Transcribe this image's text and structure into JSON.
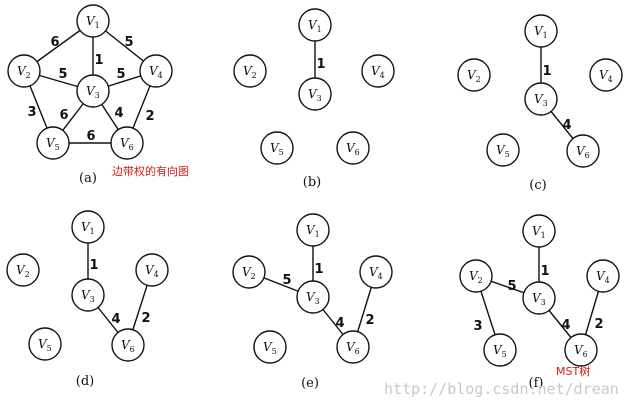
{
  "panels": [
    {
      "id": "a",
      "caption": "(a)",
      "annotation": "边带权的有向图",
      "nodes": [
        {
          "id": "V1",
          "letter": "V",
          "sub": "1"
        },
        {
          "id": "V2",
          "letter": "V",
          "sub": "2"
        },
        {
          "id": "V3",
          "letter": "V",
          "sub": "3"
        },
        {
          "id": "V4",
          "letter": "V",
          "sub": "4"
        },
        {
          "id": "V5",
          "letter": "V",
          "sub": "5"
        },
        {
          "id": "V6",
          "letter": "V",
          "sub": "6"
        }
      ],
      "edges": [
        {
          "from": "V1",
          "to": "V2",
          "weight": "6"
        },
        {
          "from": "V1",
          "to": "V3",
          "weight": "1"
        },
        {
          "from": "V1",
          "to": "V4",
          "weight": "5"
        },
        {
          "from": "V2",
          "to": "V3",
          "weight": "5"
        },
        {
          "from": "V3",
          "to": "V4",
          "weight": "5"
        },
        {
          "from": "V2",
          "to": "V5",
          "weight": "3"
        },
        {
          "from": "V3",
          "to": "V5",
          "weight": "6"
        },
        {
          "from": "V3",
          "to": "V6",
          "weight": "4"
        },
        {
          "from": "V4",
          "to": "V6",
          "weight": "2"
        },
        {
          "from": "V5",
          "to": "V6",
          "weight": "6"
        }
      ]
    },
    {
      "id": "b",
      "caption": "(b)",
      "nodes": [
        {
          "id": "V1",
          "letter": "V",
          "sub": "1"
        },
        {
          "id": "V2",
          "letter": "V",
          "sub": "2"
        },
        {
          "id": "V3",
          "letter": "V",
          "sub": "3"
        },
        {
          "id": "V4",
          "letter": "V",
          "sub": "4"
        },
        {
          "id": "V5",
          "letter": "V",
          "sub": "5"
        },
        {
          "id": "V6",
          "letter": "V",
          "sub": "6"
        }
      ],
      "edges": [
        {
          "from": "V1",
          "to": "V3",
          "weight": "1"
        }
      ]
    },
    {
      "id": "c",
      "caption": "(c)",
      "nodes": [
        {
          "id": "V1",
          "letter": "V",
          "sub": "1"
        },
        {
          "id": "V2",
          "letter": "V",
          "sub": "2"
        },
        {
          "id": "V3",
          "letter": "V",
          "sub": "3"
        },
        {
          "id": "V4",
          "letter": "V",
          "sub": "4"
        },
        {
          "id": "V5",
          "letter": "V",
          "sub": "5"
        },
        {
          "id": "V6",
          "letter": "V",
          "sub": "6"
        }
      ],
      "edges": [
        {
          "from": "V1",
          "to": "V3",
          "weight": "1"
        },
        {
          "from": "V3",
          "to": "V6",
          "weight": "4"
        }
      ]
    },
    {
      "id": "d",
      "caption": "(d)",
      "nodes": [
        {
          "id": "V1",
          "letter": "V",
          "sub": "1"
        },
        {
          "id": "V2",
          "letter": "V",
          "sub": "2"
        },
        {
          "id": "V3",
          "letter": "V",
          "sub": "3"
        },
        {
          "id": "V4",
          "letter": "V",
          "sub": "4"
        },
        {
          "id": "V5",
          "letter": "V",
          "sub": "5"
        },
        {
          "id": "V6",
          "letter": "V",
          "sub": "6"
        }
      ],
      "edges": [
        {
          "from": "V1",
          "to": "V3",
          "weight": "1"
        },
        {
          "from": "V3",
          "to": "V6",
          "weight": "4"
        },
        {
          "from": "V4",
          "to": "V6",
          "weight": "2"
        }
      ]
    },
    {
      "id": "e",
      "caption": "(e)",
      "nodes": [
        {
          "id": "V1",
          "letter": "V",
          "sub": "1"
        },
        {
          "id": "V2",
          "letter": "V",
          "sub": "2"
        },
        {
          "id": "V3",
          "letter": "V",
          "sub": "3"
        },
        {
          "id": "V4",
          "letter": "V",
          "sub": "4"
        },
        {
          "id": "V5",
          "letter": "V",
          "sub": "5"
        },
        {
          "id": "V6",
          "letter": "V",
          "sub": "6"
        }
      ],
      "edges": [
        {
          "from": "V1",
          "to": "V3",
          "weight": "1"
        },
        {
          "from": "V2",
          "to": "V3",
          "weight": "5"
        },
        {
          "from": "V3",
          "to": "V6",
          "weight": "4"
        },
        {
          "from": "V4",
          "to": "V6",
          "weight": "2"
        }
      ]
    },
    {
      "id": "f",
      "caption": "(f)",
      "annotation": "MST树",
      "nodes": [
        {
          "id": "V1",
          "letter": "V",
          "sub": "1"
        },
        {
          "id": "V2",
          "letter": "V",
          "sub": "2"
        },
        {
          "id": "V3",
          "letter": "V",
          "sub": "3"
        },
        {
          "id": "V4",
          "letter": "V",
          "sub": "4"
        },
        {
          "id": "V5",
          "letter": "V",
          "sub": "5"
        },
        {
          "id": "V6",
          "letter": "V",
          "sub": "6"
        }
      ],
      "edges": [
        {
          "from": "V1",
          "to": "V3",
          "weight": "1"
        },
        {
          "from": "V2",
          "to": "V3",
          "weight": "5"
        },
        {
          "from": "V2",
          "to": "V5",
          "weight": "3"
        },
        {
          "from": "V3",
          "to": "V6",
          "weight": "4"
        },
        {
          "from": "V4",
          "to": "V6",
          "weight": "2"
        }
      ]
    }
  ],
  "watermark": "http://blog.csdn.net/drean"
}
